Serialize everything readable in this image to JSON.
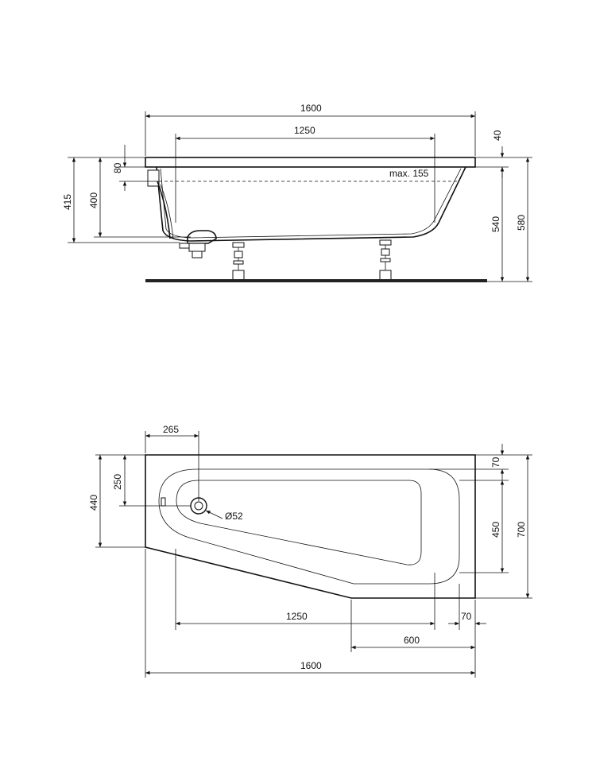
{
  "side_view": {
    "dim_overall_length": "1600",
    "dim_inner_length": "1250",
    "dim_rim": "40",
    "dim_80": "80",
    "dim_400": "400",
    "dim_415": "415",
    "dim_540": "540",
    "dim_580": "580",
    "water_level": "max. 155"
  },
  "plan_view": {
    "dim_265": "265",
    "dim_250": "250",
    "dim_440": "440",
    "drain_diameter": "Ø52",
    "dim_top_70": "70",
    "dim_450": "450",
    "dim_700": "700",
    "dim_inner_length": "1250",
    "dim_bottom_70": "70",
    "dim_600": "600",
    "dim_overall_length": "1600"
  },
  "colors": {
    "line": "#111111",
    "floor": "#222222",
    "background": "#ffffff"
  }
}
